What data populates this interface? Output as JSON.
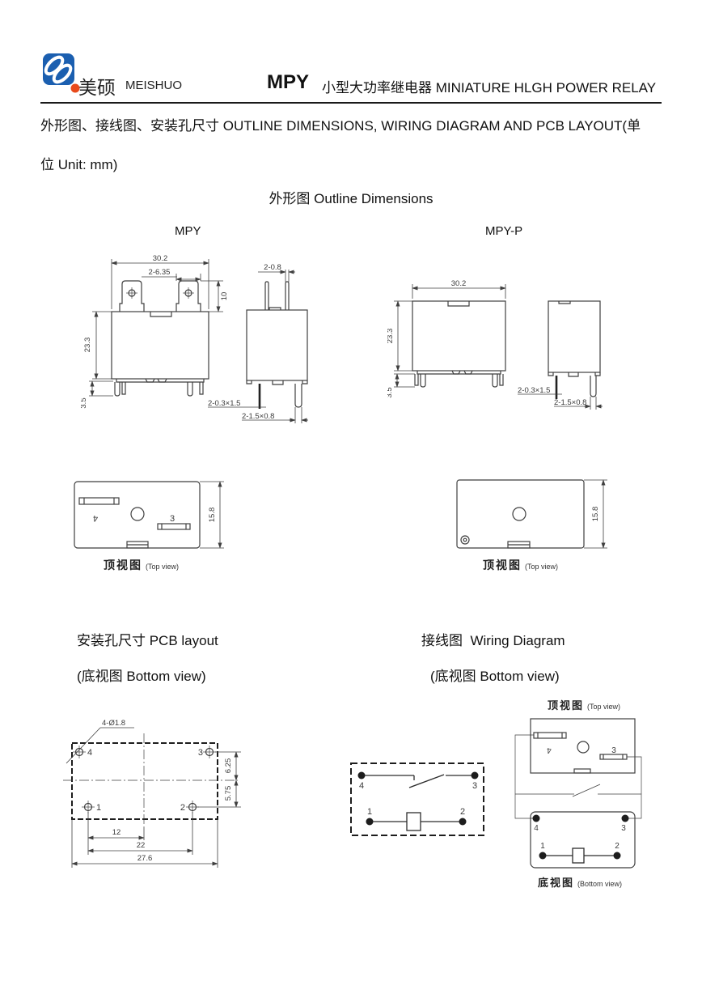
{
  "header": {
    "brand_cn": "美硕",
    "brand_en": "MEISHUO",
    "model": "MPY",
    "product": "小型大功率继电器 MINIATURE HLGH POWER RELAY"
  },
  "intro": {
    "line1": "外形图、接线图、安装孔尺寸 OUTLINE DIMENSIONS, WIRING DIAGRAM AND PCB LAYOUT(单",
    "line2": "位 Unit: mm)"
  },
  "outline": {
    "title": "外形图 Outline Dimensions",
    "variant_left": "MPY",
    "variant_right": "MPY-P"
  },
  "dims": {
    "width": "30.2",
    "tab_width": "2-6.35",
    "tab_height": "10",
    "body_height": "23.3",
    "standoff": "3.5",
    "top_pin": "2-0.8",
    "pin_a": "2-0.3×1.5",
    "pin_b": "2-1.5×0.8",
    "depth": "15.8"
  },
  "top_view": {
    "caption_cn": "顶视图",
    "caption_en": "(Top view)",
    "slot4": "4",
    "slot3": "3"
  },
  "pcb_section": {
    "title": "安装孔尺寸 PCB layout",
    "subtitle": "(底视图 Bottom view)",
    "hole_note": "4-Ø1.8",
    "hole1": "1",
    "hole2": "2",
    "hole3": "3",
    "hole4": "4",
    "dim_v_upper": "6.25",
    "dim_v_lower": "5.75",
    "dim_pitch": "12",
    "dim_span": "22",
    "dim_total": "27.6"
  },
  "wiring_section": {
    "title": "接线图  Wiring Diagram",
    "subtitle": "(底视图 Bottom view)",
    "t1": "1",
    "t2": "2",
    "t3": "3",
    "t4": "4"
  },
  "combined_view": {
    "top_caption_cn": "顶视图",
    "top_caption_en": "(Top view)",
    "bottom_caption_cn": "底视图",
    "bottom_caption_en": "(Bottom view)",
    "slot4": "4",
    "slot3": "3",
    "p4": "4",
    "p3": "3",
    "p1": "1",
    "p2": "2"
  },
  "colors": {
    "line": "#3f3f3f",
    "ink": "#1d1d1d",
    "logo_blue": "#1b5fb0",
    "logo_red": "#e84a1c"
  }
}
